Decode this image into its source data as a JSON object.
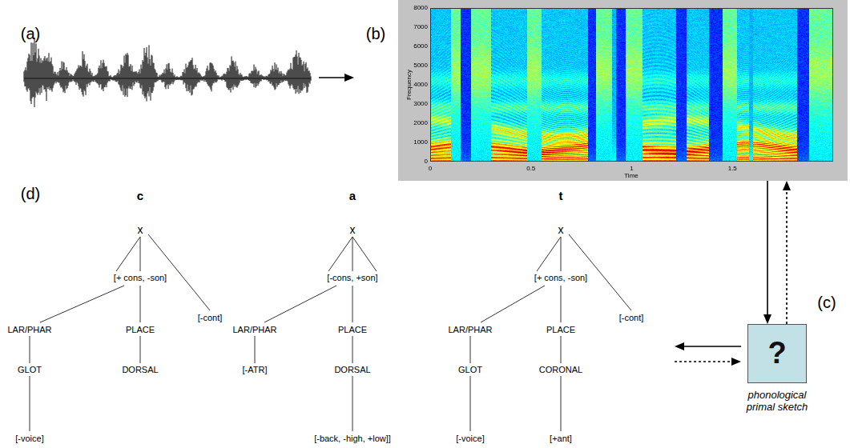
{
  "diagram": {
    "nodes": [
      {
        "text": [
          "8000",
          "7000",
          "6000",
          "5000",
          "4000",
          "3000",
          "2000",
          "1000",
          "0",
          "0",
          "0.5",
          "1",
          "1.5",
          "Frequency",
          "Time"
        ]
      },
      {
        "text": [
          "?",
          "phonological primal sketch"
        ]
      }
    ],
    "edges": [
      {
        "from": 0,
        "to": 1,
        "arrow": "to"
      },
      {
        "from": 1,
        "to": 0,
        "arrow": "to"
      }
    ],
    "labels": [
      "(a)",
      "(b)",
      "(d)",
      "c",
      "x",
      "[+ cons, -son]",
      "LAR/PHAR",
      "PLACE",
      "[-cont]",
      "GLOT",
      "DORSAL",
      "[-voice]",
      "a",
      "x",
      "[-cons, +son]",
      "LAR/PHAR",
      "PLACE",
      "[-ATR]",
      "DORSAL",
      "[-back, -high, +low]]",
      "t",
      "x",
      "[+ cons, -son]",
      "LAR/PHAR",
      "PLACE",
      "[-cont]",
      "GLOT",
      "CORONAL",
      "[-voice]",
      "[+ant]",
      "(c)"
    ]
  }
}
